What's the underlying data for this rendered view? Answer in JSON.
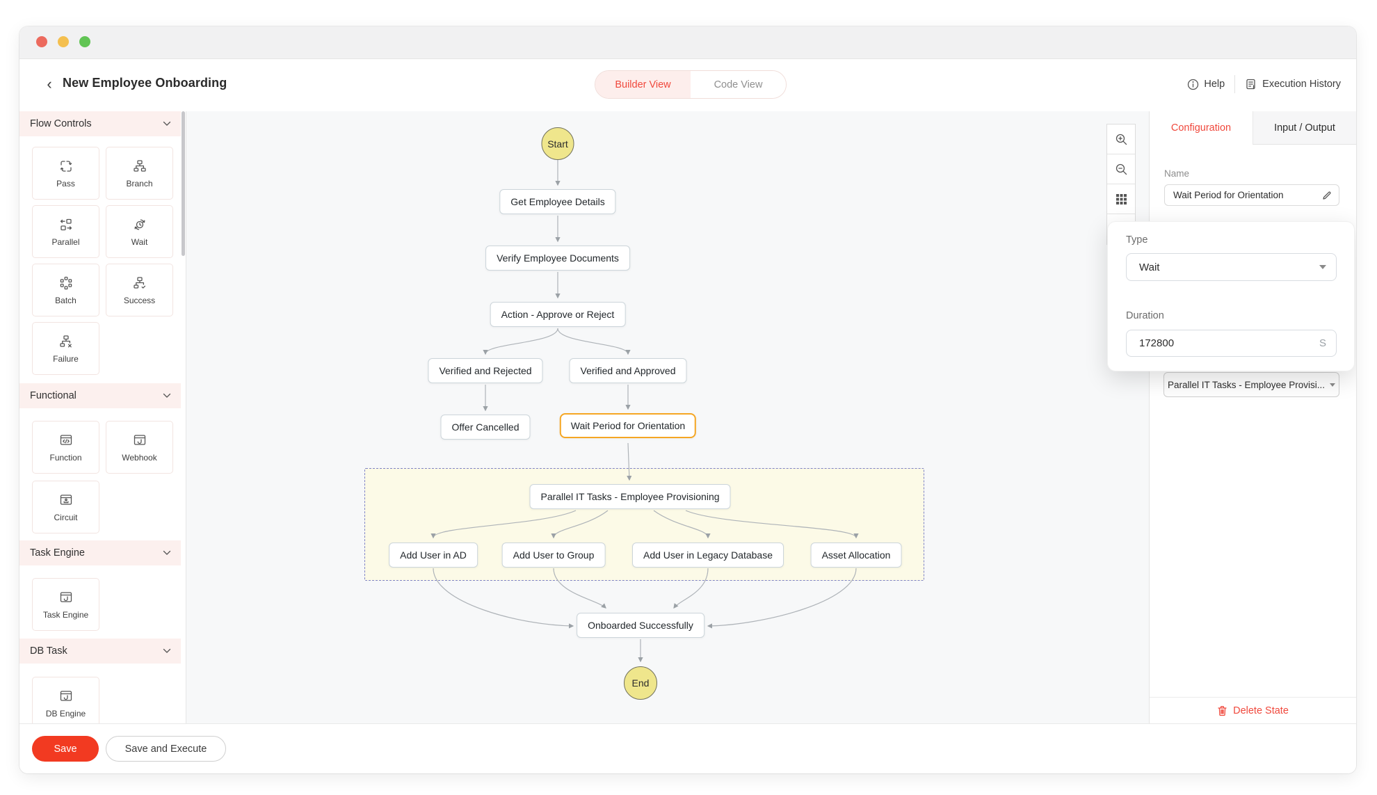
{
  "header": {
    "title": "New Employee Onboarding",
    "back_icon": "chevron-left",
    "tabs": [
      {
        "label": "Builder View",
        "active": true
      },
      {
        "label": "Code View",
        "active": false
      }
    ],
    "help_label": "Help",
    "execution_history_label": "Execution History"
  },
  "sidebar": {
    "sections": [
      {
        "label": "Flow Controls",
        "items": [
          {
            "label": "Pass",
            "icon": "pass-icon"
          },
          {
            "label": "Branch",
            "icon": "branch-icon"
          },
          {
            "label": "Parallel",
            "icon": "parallel-icon"
          },
          {
            "label": "Wait",
            "icon": "wait-icon"
          },
          {
            "label": "Batch",
            "icon": "batch-icon"
          },
          {
            "label": "Success",
            "icon": "success-icon"
          },
          {
            "label": "Failure",
            "icon": "failure-icon"
          }
        ]
      },
      {
        "label": "Functional",
        "items": [
          {
            "label": "Function",
            "icon": "function-icon"
          },
          {
            "label": "Webhook",
            "icon": "webhook-icon"
          },
          {
            "label": "Circuit",
            "icon": "circuit-icon"
          }
        ]
      },
      {
        "label": "Task Engine",
        "items": [
          {
            "label": "Task Engine",
            "icon": "task-engine-icon"
          }
        ]
      },
      {
        "label": "DB Task",
        "items": [
          {
            "label": "DB Engine",
            "icon": "db-engine-icon"
          }
        ]
      }
    ]
  },
  "canvas": {
    "start_label": "Start",
    "end_label": "End",
    "tools": [
      "zoom-in-icon",
      "zoom-out-icon",
      "grid-icon"
    ],
    "nodes": [
      {
        "label": "Get Employee Details"
      },
      {
        "label": "Verify Employee Documents"
      },
      {
        "label": "Action - Approve or Reject"
      },
      {
        "label": "Verified and Rejected"
      },
      {
        "label": "Verified and Approved"
      },
      {
        "label": "Offer Cancelled"
      },
      {
        "label": "Wait Period for Orientation",
        "selected": true
      },
      {
        "label": "Parallel IT Tasks - Employee Provisioning"
      },
      {
        "label": "Add User in AD"
      },
      {
        "label": "Add User to Group"
      },
      {
        "label": "Add User in Legacy Database"
      },
      {
        "label": "Asset Allocation"
      },
      {
        "label": "Onboarded Successfully"
      }
    ]
  },
  "panel": {
    "tabs": [
      {
        "label": "Configuration",
        "active": true
      },
      {
        "label": "Input / Output",
        "active": false
      }
    ],
    "name_label": "Name",
    "name_value": "Wait Period for Orientation",
    "next_state_value": "Parallel IT Tasks - Employee Provisi...",
    "delete_label": "Delete State"
  },
  "popup": {
    "type_label": "Type",
    "type_value": "Wait",
    "duration_label": "Duration",
    "duration_value": "172800",
    "duration_unit": "S"
  },
  "footer": {
    "save_label": "Save",
    "save_execute_label": "Save and Execute"
  },
  "colors": {
    "accent_red": "#f0483c",
    "save_button": "#f23a21",
    "selected_node_border": "#f5a623",
    "start_end_fill": "#efe68c",
    "group_fill": "#fcfae7",
    "group_border": "#7e82c6",
    "traffic_red": "#ec6a5e",
    "traffic_yellow": "#f4bf4f",
    "traffic_green": "#61c454"
  }
}
